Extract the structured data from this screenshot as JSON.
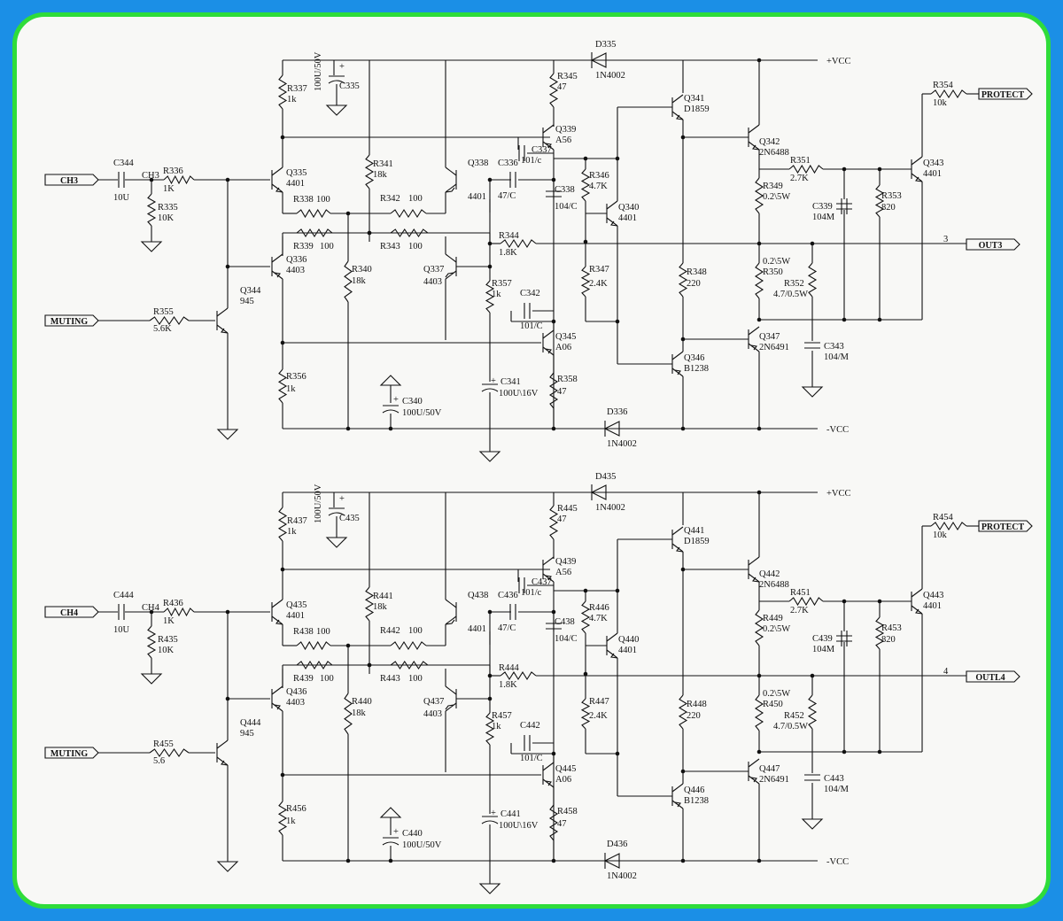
{
  "colors": {
    "background": "#1b8fe6",
    "frame_border": "#2fdc3a",
    "panel": "#f8f8f6",
    "ink": "#111111"
  },
  "rails": {
    "vcc": "+VCC",
    "nvcc": "-VCC"
  },
  "ports": {
    "protect": "PROTECT",
    "muting": "MUTING"
  },
  "channels": [
    {
      "in_port": "CH3",
      "net": "CH3",
      "out_port": "OUT3",
      "out_num": "3",
      "labels": {
        "C344": "C344",
        "C344v": "10U",
        "R336": "R336",
        "R336v": "1K",
        "R335": "R335",
        "R335v": "10K",
        "R355": "R355",
        "R355v": "5.6K",
        "Q344": "Q344",
        "Q344v": "945",
        "R337": "R337",
        "R337v": "1k",
        "C335": "C335",
        "C335v": "100U/50V",
        "Q335": "Q335",
        "Q335v": "4401",
        "R338": "R338",
        "R338v": "100",
        "R341": "R341",
        "R341v": "18k",
        "R342": "R342",
        "R342v": "100",
        "Q338": "Q338",
        "Q338v": "4401",
        "R339": "R339",
        "R339v": "100",
        "R343": "R343",
        "R343v": "100",
        "Q336": "Q336",
        "Q336v": "4403",
        "R340": "R340",
        "R340v": "18k",
        "Q337": "Q337",
        "Q337v": "4403",
        "R356": "R356",
        "R356v": "1k",
        "C340": "C340",
        "C340v": "100U/50V",
        "R345": "R345",
        "R345v": "47",
        "D335": "D335",
        "D335v": "1N4002",
        "Q339": "Q339",
        "Q339v": "A56",
        "C337": "C337",
        "C337v": "101/c",
        "C336": "C336",
        "C336v": "47/C",
        "C338": "C338",
        "C338v": "104/C",
        "R344": "R344",
        "R344v": "1.8K",
        "R357": "R357",
        "R357v": "1k",
        "C342": "C342",
        "C342v": "101/C",
        "C341": "C341",
        "C341v": "100U\\16V",
        "Q345": "Q345",
        "Q345v": "A06",
        "R358": "R358",
        "R358v": "47",
        "D336": "D336",
        "D336v": "1N4002",
        "R346": "R346",
        "R346v": "4.7K",
        "Q340": "Q340",
        "Q340v": "4401",
        "R347": "R347",
        "R347v": "2.4K",
        "Q341": "Q341",
        "Q341v": "D1859",
        "R348": "R348",
        "R348v": "220",
        "Q346": "Q346",
        "Q346v": "B1238",
        "Q342": "Q342",
        "Q342v": "2N6488",
        "R349": "R349",
        "R349v": "0.2\\5W",
        "R350": "R350",
        "R350v": "0.2\\5W",
        "Q347": "Q347",
        "Q347v": "2N6491",
        "R351": "R351",
        "R351v": "2.7K",
        "C339": "C339",
        "C339v": "104M",
        "R353": "R353",
        "R353v": "820",
        "R352": "R352",
        "R352v": "4.7/0.5W",
        "C343": "C343",
        "C343v": "104/M",
        "R354": "R354",
        "R354v": "10k",
        "Q343": "Q343",
        "Q343v": "4401"
      }
    },
    {
      "in_port": "CH4",
      "net": "CH4",
      "out_port": "OUTL4",
      "out_num": "4",
      "labels": {
        "C344": "C444",
        "C344v": "10U",
        "R336": "R436",
        "R336v": "1K",
        "R335": "R435",
        "R335v": "10K",
        "R355": "R455",
        "R355v": "5.6",
        "Q344": "Q444",
        "Q344v": "945",
        "R337": "R437",
        "R337v": "1k",
        "C335": "C435",
        "C335v": "100U/50V",
        "Q335": "Q435",
        "Q335v": "4401",
        "R338": "R438",
        "R338v": "100",
        "R341": "R441",
        "R341v": "18k",
        "R342": "R442",
        "R342v": "100",
        "Q338": "Q438",
        "Q338v": "4401",
        "R339": "R439",
        "R339v": "100",
        "R343": "R443",
        "R343v": "100",
        "Q336": "Q436",
        "Q336v": "4403",
        "R340": "R440",
        "R340v": "18k",
        "Q337": "Q437",
        "Q337v": "4403",
        "R356": "R456",
        "R356v": "1k",
        "C340": "C440",
        "C340v": "100U/50V",
        "R345": "R445",
        "R345v": "47",
        "D335": "D435",
        "D335v": "1N4002",
        "Q339": "Q439",
        "Q339v": "A56",
        "C337": "C437",
        "C337v": "101/c",
        "C336": "C436",
        "C336v": "47/C",
        "C338": "C438",
        "C338v": "104/C",
        "R344": "R444",
        "R344v": "1.8K",
        "R357": "R457",
        "R357v": "1k",
        "C342": "C442",
        "C342v": "101/C",
        "C341": "C441",
        "C341v": "100U\\16V",
        "Q345": "Q445",
        "Q345v": "A06",
        "R358": "R458",
        "R358v": "47",
        "D336": "D436",
        "D336v": "1N4002",
        "R346": "R446",
        "R346v": "4.7K",
        "Q340": "Q440",
        "Q340v": "4401",
        "R347": "R447",
        "R347v": "2.4K",
        "Q341": "Q441",
        "Q341v": "D1859",
        "R348": "R448",
        "R348v": "220",
        "Q346": "Q446",
        "Q346v": "B1238",
        "Q342": "Q442",
        "Q342v": "2N6488",
        "R349": "R449",
        "R349v": "0.2\\5W",
        "R350": "R450",
        "R350v": "0.2\\5W",
        "Q347": "Q447",
        "Q347v": "2N6491",
        "R351": "R451",
        "R351v": "2.7K",
        "C339": "C439",
        "C339v": "104M",
        "R353": "R453",
        "R353v": "820",
        "R352": "R452",
        "R352v": "4.7/0.5W",
        "C343": "C443",
        "C343v": "104/M",
        "R354": "R454",
        "R354v": "10k",
        "Q343": "Q443",
        "Q343v": "4401"
      }
    }
  ]
}
